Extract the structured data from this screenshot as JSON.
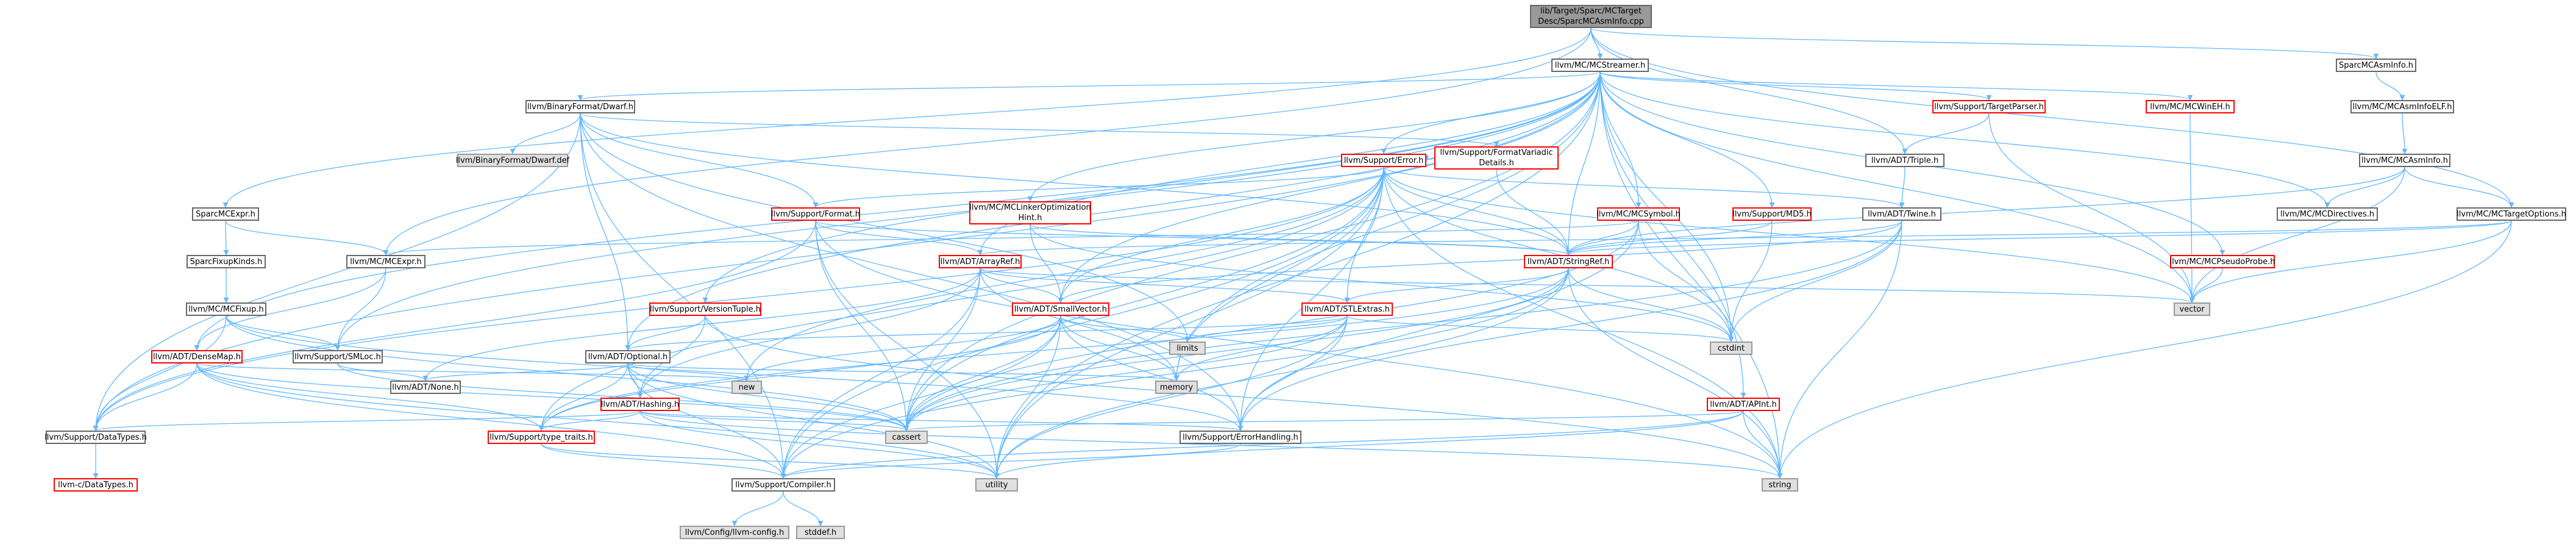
{
  "colors": {
    "edge": "#63b8ff",
    "border": "#666666",
    "red_border": "#ff0000",
    "root_fill": "#999999",
    "ext_fill": "#e0e0e0"
  },
  "nodes": {
    "root": {
      "label": "lib/Target/Sparc/MCTarget\nDesc/SparcMCAsmInfo.cpp",
      "kind": "root"
    },
    "mcstreamer": {
      "label": "llvm/MC/MCStreamer.h",
      "kind": "normal"
    },
    "sparcasm": {
      "label": "SparcMCAsmInfo.h",
      "kind": "normal"
    },
    "asmelf": {
      "label": "llvm/MC/MCAsmInfoELF.h",
      "kind": "normal"
    },
    "asminfo": {
      "label": "llvm/MC/MCAsmInfo.h",
      "kind": "normal"
    },
    "targetopts": {
      "label": "llvm/MC/MCTargetOptions.h",
      "kind": "normal"
    },
    "mcdirectives": {
      "label": "llvm/MC/MCDirectives.h",
      "kind": "normal"
    },
    "pseudoprobe": {
      "label": "llvm/MC/MCPseudoProbe.h",
      "kind": "red"
    },
    "winEH": {
      "label": "llvm/MC/MCWinEH.h",
      "kind": "red"
    },
    "targetparser": {
      "label": "llvm/Support/TargetParser.h",
      "kind": "red"
    },
    "triple": {
      "label": "llvm/ADT/Triple.h",
      "kind": "normal"
    },
    "twine": {
      "label": "llvm/ADT/Twine.h",
      "kind": "normal"
    },
    "dwarf": {
      "label": "llvm/BinaryFormat/Dwarf.h",
      "kind": "normal"
    },
    "dwarfdef": {
      "label": "llvm/BinaryFormat/Dwarf.def",
      "kind": "ext"
    },
    "fmtvariadic": {
      "label": "llvm/Support/FormatVariadic\nDetails.h",
      "kind": "red"
    },
    "error": {
      "label": "llvm/Support/Error.h",
      "kind": "red"
    },
    "format": {
      "label": "llvm/Support/Format.h",
      "kind": "red"
    },
    "linkeropt": {
      "label": "llvm/MC/MCLinkerOptimization\nHint.h",
      "kind": "red"
    },
    "mcsymbol": {
      "label": "llvm/MC/MCSymbol.h",
      "kind": "red"
    },
    "mdos": {
      "label": "llvm/Support/MD5.h",
      "kind": "red"
    },
    "stringref": {
      "label": "llvm/ADT/StringRef.h",
      "kind": "red"
    },
    "arrayref": {
      "label": "llvm/ADT/ArrayRef.h",
      "kind": "red"
    },
    "stlextras": {
      "label": "llvm/ADT/STLExtras.h",
      "kind": "red"
    },
    "smallvector": {
      "label": "llvm/ADT/SmallVector.h",
      "kind": "red"
    },
    "versiontuple": {
      "label": "llvm/Support/VersionTuple.h",
      "kind": "red"
    },
    "sparcmcexpr": {
      "label": "SparcMCExpr.h",
      "kind": "normal"
    },
    "fixupkinds": {
      "label": "SparcFixupKinds.h",
      "kind": "normal"
    },
    "mcfixup": {
      "label": "llvm/MC/MCFixup.h",
      "kind": "normal"
    },
    "mcexpr": {
      "label": "llvm/MC/MCExpr.h",
      "kind": "normal"
    },
    "densemap": {
      "label": "llvm/ADT/DenseMap.h",
      "kind": "red"
    },
    "smloc": {
      "label": "llvm/Support/SMLoc.h",
      "kind": "normal"
    },
    "optional": {
      "label": "llvm/ADT/Optional.h",
      "kind": "normal"
    },
    "none": {
      "label": "llvm/ADT/None.h",
      "kind": "normal"
    },
    "hashing": {
      "label": "llvm/ADT/Hashing.h",
      "kind": "red"
    },
    "typetraits": {
      "label": "llvm/Support/type_traits.h",
      "kind": "red"
    },
    "datatypes": {
      "label": "llvm/Support/DataTypes.h",
      "kind": "normal"
    },
    "cdatatypes": {
      "label": "llvm-c/DataTypes.h",
      "kind": "red"
    },
    "compiler": {
      "label": "llvm/Support/Compiler.h",
      "kind": "normal"
    },
    "llvmconfig": {
      "label": "llvm/Config/llvm-config.h",
      "kind": "ext"
    },
    "stddef": {
      "label": "stddef.h",
      "kind": "ext"
    },
    "errorhandling": {
      "label": "llvm/Support/ErrorHandling.h",
      "kind": "normal"
    },
    "apint": {
      "label": "llvm/ADT/APInt.h",
      "kind": "red"
    },
    "cassert": {
      "label": "cassert",
      "kind": "ext"
    },
    "utility": {
      "label": "utility",
      "kind": "ext"
    },
    "string": {
      "label": "string",
      "kind": "ext"
    },
    "new": {
      "label": "new",
      "kind": "ext"
    },
    "memory": {
      "label": "memory",
      "kind": "ext"
    },
    "limits": {
      "label": "limits",
      "kind": "ext"
    },
    "cstdint": {
      "label": "cstdint",
      "kind": "ext"
    },
    "vector": {
      "label": "vector",
      "kind": "ext"
    }
  },
  "edges": [
    [
      "root",
      "mcstreamer"
    ],
    [
      "root",
      "sparcasm"
    ],
    [
      "root",
      "sparcmcexpr"
    ],
    [
      "root",
      "mcexpr"
    ],
    [
      "root",
      "triple"
    ],
    [
      "root",
      "targetopts"
    ],
    [
      "sparcasm",
      "asmelf"
    ],
    [
      "asmelf",
      "asminfo"
    ],
    [
      "asminfo",
      "mcdirectives"
    ],
    [
      "asminfo",
      "targetopts"
    ],
    [
      "asminfo",
      "vector"
    ],
    [
      "asminfo",
      "stringref"
    ],
    [
      "targetopts",
      "stringref"
    ],
    [
      "targetopts",
      "string"
    ],
    [
      "targetopts",
      "vector"
    ],
    [
      "targetopts",
      "arrayref"
    ],
    [
      "mcstreamer",
      "dwarf"
    ],
    [
      "mcstreamer",
      "error"
    ],
    [
      "mcstreamer",
      "mcsymbol"
    ],
    [
      "mcstreamer",
      "mdos"
    ],
    [
      "mcstreamer",
      "targetparser"
    ],
    [
      "mcstreamer",
      "winEH"
    ],
    [
      "mcstreamer",
      "pseudoprobe"
    ],
    [
      "mcstreamer",
      "mcdirectives"
    ],
    [
      "mcstreamer",
      "linkeropt"
    ],
    [
      "mcstreamer",
      "stringref"
    ],
    [
      "mcstreamer",
      "arrayref"
    ],
    [
      "mcstreamer",
      "smallvector"
    ],
    [
      "mcstreamer",
      "optional"
    ],
    [
      "mcstreamer",
      "versiontuple"
    ],
    [
      "mcstreamer",
      "smloc"
    ],
    [
      "mcstreamer",
      "densemap"
    ],
    [
      "mcstreamer",
      "apint"
    ],
    [
      "mcstreamer",
      "cassert"
    ],
    [
      "mcstreamer",
      "cstdint"
    ],
    [
      "mcstreamer",
      "memory"
    ],
    [
      "mcstreamer",
      "string"
    ],
    [
      "mcstreamer",
      "utility"
    ],
    [
      "mcstreamer",
      "vector"
    ],
    [
      "mcstreamer",
      "datatypes"
    ],
    [
      "targetparser",
      "triple"
    ],
    [
      "targetparser",
      "vector"
    ],
    [
      "winEH",
      "vector"
    ],
    [
      "pseudoprobe",
      "vector"
    ],
    [
      "triple",
      "twine"
    ],
    [
      "twine",
      "stringref"
    ],
    [
      "twine",
      "smallvector"
    ],
    [
      "twine",
      "cassert"
    ],
    [
      "twine",
      "cstdint"
    ],
    [
      "twine",
      "string"
    ],
    [
      "twine",
      "errorhandling"
    ],
    [
      "dwarf",
      "dwarfdef"
    ],
    [
      "dwarf",
      "fmtvariadic"
    ],
    [
      "dwarf",
      "format"
    ],
    [
      "dwarf",
      "optional"
    ],
    [
      "dwarf",
      "stringref"
    ],
    [
      "dwarf",
      "datatypes"
    ],
    [
      "dwarf",
      "errorhandling"
    ],
    [
      "dwarf",
      "compiler"
    ],
    [
      "dwarf",
      "limits"
    ],
    [
      "fmtvariadic",
      "stringref"
    ],
    [
      "fmtvariadic",
      "error"
    ],
    [
      "error",
      "format"
    ],
    [
      "error",
      "twine"
    ],
    [
      "error",
      "stringref"
    ],
    [
      "error",
      "stlextras"
    ],
    [
      "error",
      "smallvector"
    ],
    [
      "error",
      "compiler"
    ],
    [
      "error",
      "errorhandling"
    ],
    [
      "error",
      "datatypes"
    ],
    [
      "error",
      "typetraits"
    ],
    [
      "error",
      "cassert"
    ],
    [
      "error",
      "cstdint"
    ],
    [
      "error",
      "memory"
    ],
    [
      "error",
      "new"
    ],
    [
      "error",
      "string"
    ],
    [
      "error",
      "utility"
    ],
    [
      "error",
      "vector"
    ],
    [
      "format",
      "arrayref"
    ],
    [
      "format",
      "stringref"
    ],
    [
      "format",
      "datatypes"
    ],
    [
      "format",
      "cassert"
    ],
    [
      "format",
      "string"
    ],
    [
      "format",
      "utility"
    ],
    [
      "linkeropt",
      "stringref"
    ],
    [
      "linkeropt",
      "smallvector"
    ],
    [
      "linkeropt",
      "cstdint"
    ],
    [
      "mcsymbol",
      "mcexpr"
    ],
    [
      "mcsymbol",
      "stringref"
    ],
    [
      "mcsymbol",
      "errorhandling"
    ],
    [
      "mcsymbol",
      "cstdint"
    ],
    [
      "mcsymbol",
      "cassert"
    ],
    [
      "mdos",
      "stringref"
    ],
    [
      "mdos",
      "cstdint"
    ],
    [
      "stringref",
      "stlextras"
    ],
    [
      "stringref",
      "compiler"
    ],
    [
      "stringref",
      "cassert"
    ],
    [
      "stringref",
      "cstdint"
    ],
    [
      "stringref",
      "string"
    ],
    [
      "stringref",
      "utility"
    ],
    [
      "stringref",
      "typetraits"
    ],
    [
      "arrayref",
      "hashing"
    ],
    [
      "arrayref",
      "none"
    ],
    [
      "arrayref",
      "smallvector"
    ],
    [
      "arrayref",
      "stlextras"
    ],
    [
      "arrayref",
      "compiler"
    ],
    [
      "arrayref",
      "cassert"
    ],
    [
      "arrayref",
      "memory"
    ],
    [
      "arrayref",
      "vector"
    ],
    [
      "stlextras",
      "optional"
    ],
    [
      "stlextras",
      "errorhandling"
    ],
    [
      "stlextras",
      "cassert"
    ],
    [
      "stlextras",
      "cstdint"
    ],
    [
      "stlextras",
      "limits"
    ],
    [
      "stlextras",
      "memory"
    ],
    [
      "stlextras",
      "utility"
    ],
    [
      "smallvector",
      "compiler"
    ],
    [
      "smallvector",
      "typetraits"
    ],
    [
      "smallvector",
      "cassert"
    ],
    [
      "smallvector",
      "memory"
    ],
    [
      "smallvector",
      "new"
    ],
    [
      "smallvector",
      "limits"
    ],
    [
      "smallvector",
      "utility"
    ],
    [
      "smallvector",
      "errorhandling"
    ],
    [
      "versiontuple",
      "hashing"
    ],
    [
      "versiontuple",
      "optional"
    ],
    [
      "versiontuple",
      "string"
    ],
    [
      "sparcmcexpr",
      "fixupkinds"
    ],
    [
      "sparcmcexpr",
      "mcexpr"
    ],
    [
      "fixupkinds",
      "mcfixup"
    ],
    [
      "mcfixup",
      "datatypes"
    ],
    [
      "mcfixup",
      "smloc"
    ],
    [
      "mcfixup",
      "errorhandling"
    ],
    [
      "mcfixup",
      "cassert"
    ],
    [
      "mcexpr",
      "densemap"
    ],
    [
      "mcexpr",
      "smloc"
    ],
    [
      "densemap",
      "datatypes"
    ],
    [
      "densemap",
      "typetraits"
    ],
    [
      "densemap",
      "compiler"
    ],
    [
      "densemap",
      "cassert"
    ],
    [
      "densemap",
      "new"
    ],
    [
      "densemap",
      "utility"
    ],
    [
      "smloc",
      "none"
    ],
    [
      "smloc",
      "cassert"
    ],
    [
      "optional",
      "none"
    ],
    [
      "optional",
      "hashing"
    ],
    [
      "optional",
      "compiler"
    ],
    [
      "optional",
      "typetraits"
    ],
    [
      "optional",
      "cassert"
    ],
    [
      "optional",
      "memory"
    ],
    [
      "optional",
      "new"
    ],
    [
      "optional",
      "utility"
    ],
    [
      "hashing",
      "datatypes"
    ],
    [
      "hashing",
      "errorhandling"
    ],
    [
      "hashing",
      "typetraits"
    ],
    [
      "hashing",
      "cassert"
    ],
    [
      "hashing",
      "string"
    ],
    [
      "hashing",
      "utility"
    ],
    [
      "typetraits",
      "compiler"
    ],
    [
      "typetraits",
      "utility"
    ],
    [
      "datatypes",
      "cdatatypes"
    ],
    [
      "compiler",
      "llvmconfig"
    ],
    [
      "compiler",
      "stddef"
    ],
    [
      "errorhandling",
      "compiler"
    ],
    [
      "apint",
      "compiler"
    ],
    [
      "apint",
      "cassert"
    ],
    [
      "apint",
      "string"
    ],
    [
      "apint",
      "utility"
    ]
  ]
}
